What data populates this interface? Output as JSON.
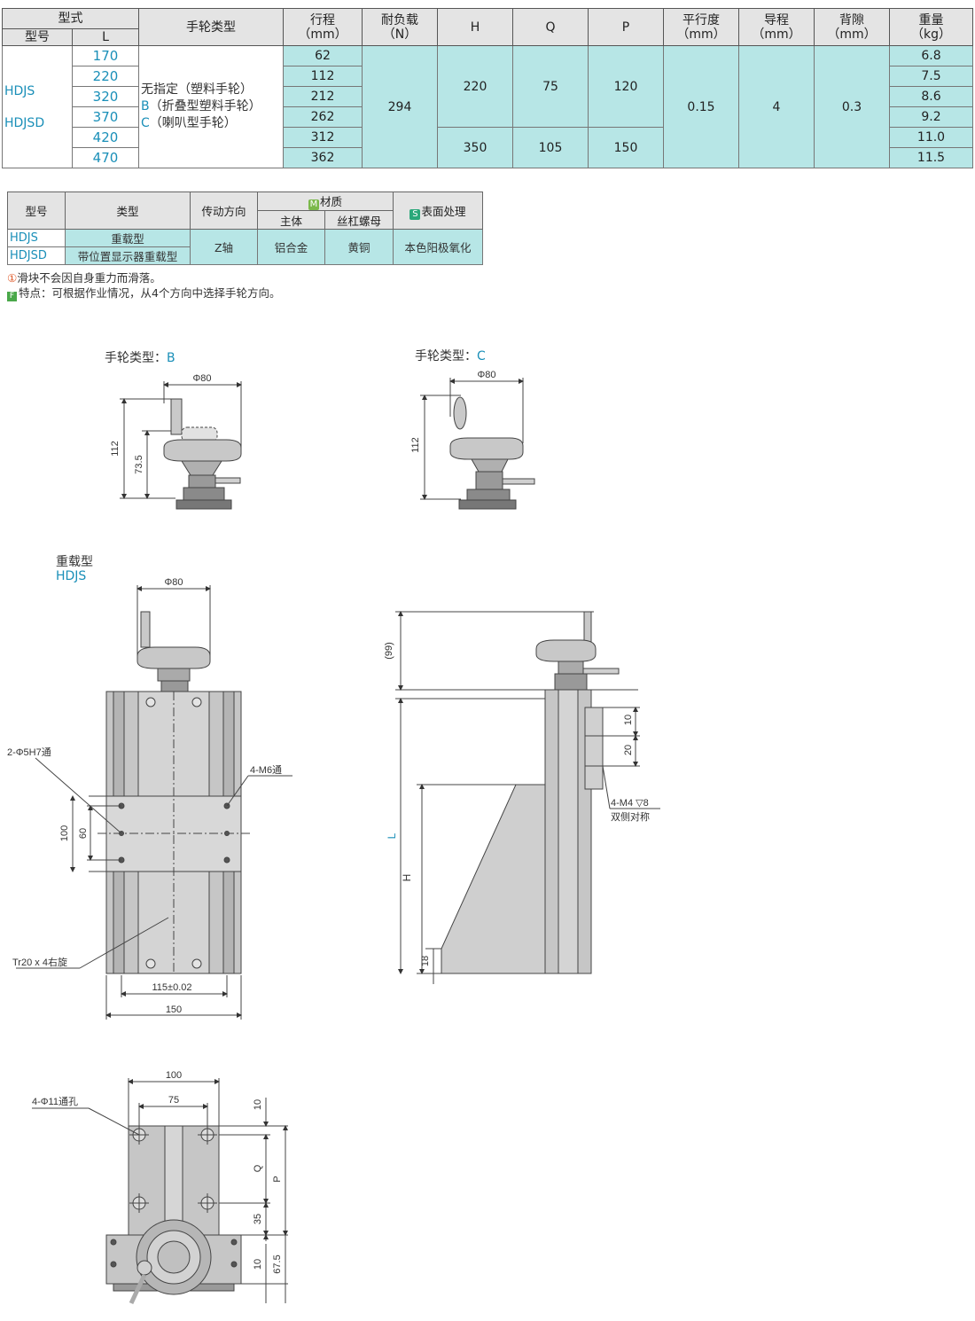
{
  "spec_table": {
    "headers": {
      "form": "型式",
      "model": "型号",
      "L": "L",
      "handwheel_type": "手轮类型",
      "stroke": "行程",
      "stroke_unit": "（mm）",
      "load": "耐负载",
      "load_unit": "（N）",
      "H": "H",
      "Q": "Q",
      "P": "P",
      "parallel": "平行度",
      "parallel_unit": "（mm）",
      "lead": "导程",
      "lead_unit": "（mm）",
      "backlash": "背隙",
      "backlash_unit": "（mm）",
      "weight": "重量",
      "weight_unit": "（kg）"
    },
    "models": [
      "HDJS",
      "HDJSD"
    ],
    "handwheel_types": [
      {
        "key": "",
        "label": "无指定（塑料手轮）"
      },
      {
        "key": "B",
        "label": "（折叠型塑料手轮）"
      },
      {
        "key": "C",
        "label": "（喇叭型手轮）"
      }
    ],
    "rows": [
      {
        "L": "170",
        "stroke": "62",
        "weight": "6.8"
      },
      {
        "L": "220",
        "stroke": "112",
        "weight": "7.5"
      },
      {
        "L": "320",
        "stroke": "212",
        "weight": "8.6"
      },
      {
        "L": "370",
        "stroke": "262",
        "weight": "9.2"
      },
      {
        "L": "420",
        "stroke": "312",
        "weight": "11.0"
      },
      {
        "L": "470",
        "stroke": "362",
        "weight": "11.5"
      }
    ],
    "load": "294",
    "hqp_a": {
      "H": "220",
      "Q": "75",
      "P": "120"
    },
    "hqp_b": {
      "H": "350",
      "Q": "105",
      "P": "150"
    },
    "parallel": "0.15",
    "lead": "4",
    "backlash": "0.3"
  },
  "type_table": {
    "headers": {
      "model": "型号",
      "type": "类型",
      "direction": "传动方向",
      "material_badge": "M",
      "material": "材质",
      "body": "主体",
      "nut": "丝杠螺母",
      "surface_badge": "S",
      "surface": "表面处理"
    },
    "rows": [
      {
        "model": "HDJS",
        "type": "重载型"
      },
      {
        "model": "HDJSD",
        "type": "带位置显示器重载型"
      }
    ],
    "direction": "Z轴",
    "body": "铝合金",
    "nut": "黄铜",
    "surface": "本色阳极氧化"
  },
  "notes": {
    "note1_mark": "①",
    "note1": "滑块不会因自身重力而滑落。",
    "note2_mark": "F",
    "note2": "特点：可根据作业情况，从4个方向中选择手轮方向。"
  },
  "drawings": {
    "handwheel_b_label": "手轮类型：",
    "handwheel_b_key": "B",
    "handwheel_c_label": "手轮类型：",
    "handwheel_c_key": "C",
    "heavy_label": "重载型",
    "heavy_model": "HDJS",
    "dims": {
      "phi80": "Φ80",
      "d112": "112",
      "d73_5": "73.5",
      "d99": "(99)",
      "d10": "10",
      "d20": "20",
      "d100": "100",
      "d60": "60",
      "hole_5": "2-Φ5H7通",
      "m6": "4-M6通",
      "m4": "4-M4 ▽8",
      "both_sides": "双侧对称",
      "tr": "Tr20 x 4右旋",
      "d115": "115±0.02",
      "d150": "150",
      "L": "L",
      "H": "H",
      "d18": "18",
      "d75": "75",
      "phi11": "4-Φ11通孔",
      "Q": "Q",
      "P": "P",
      "d35": "35",
      "d67_5": "67.5"
    }
  }
}
